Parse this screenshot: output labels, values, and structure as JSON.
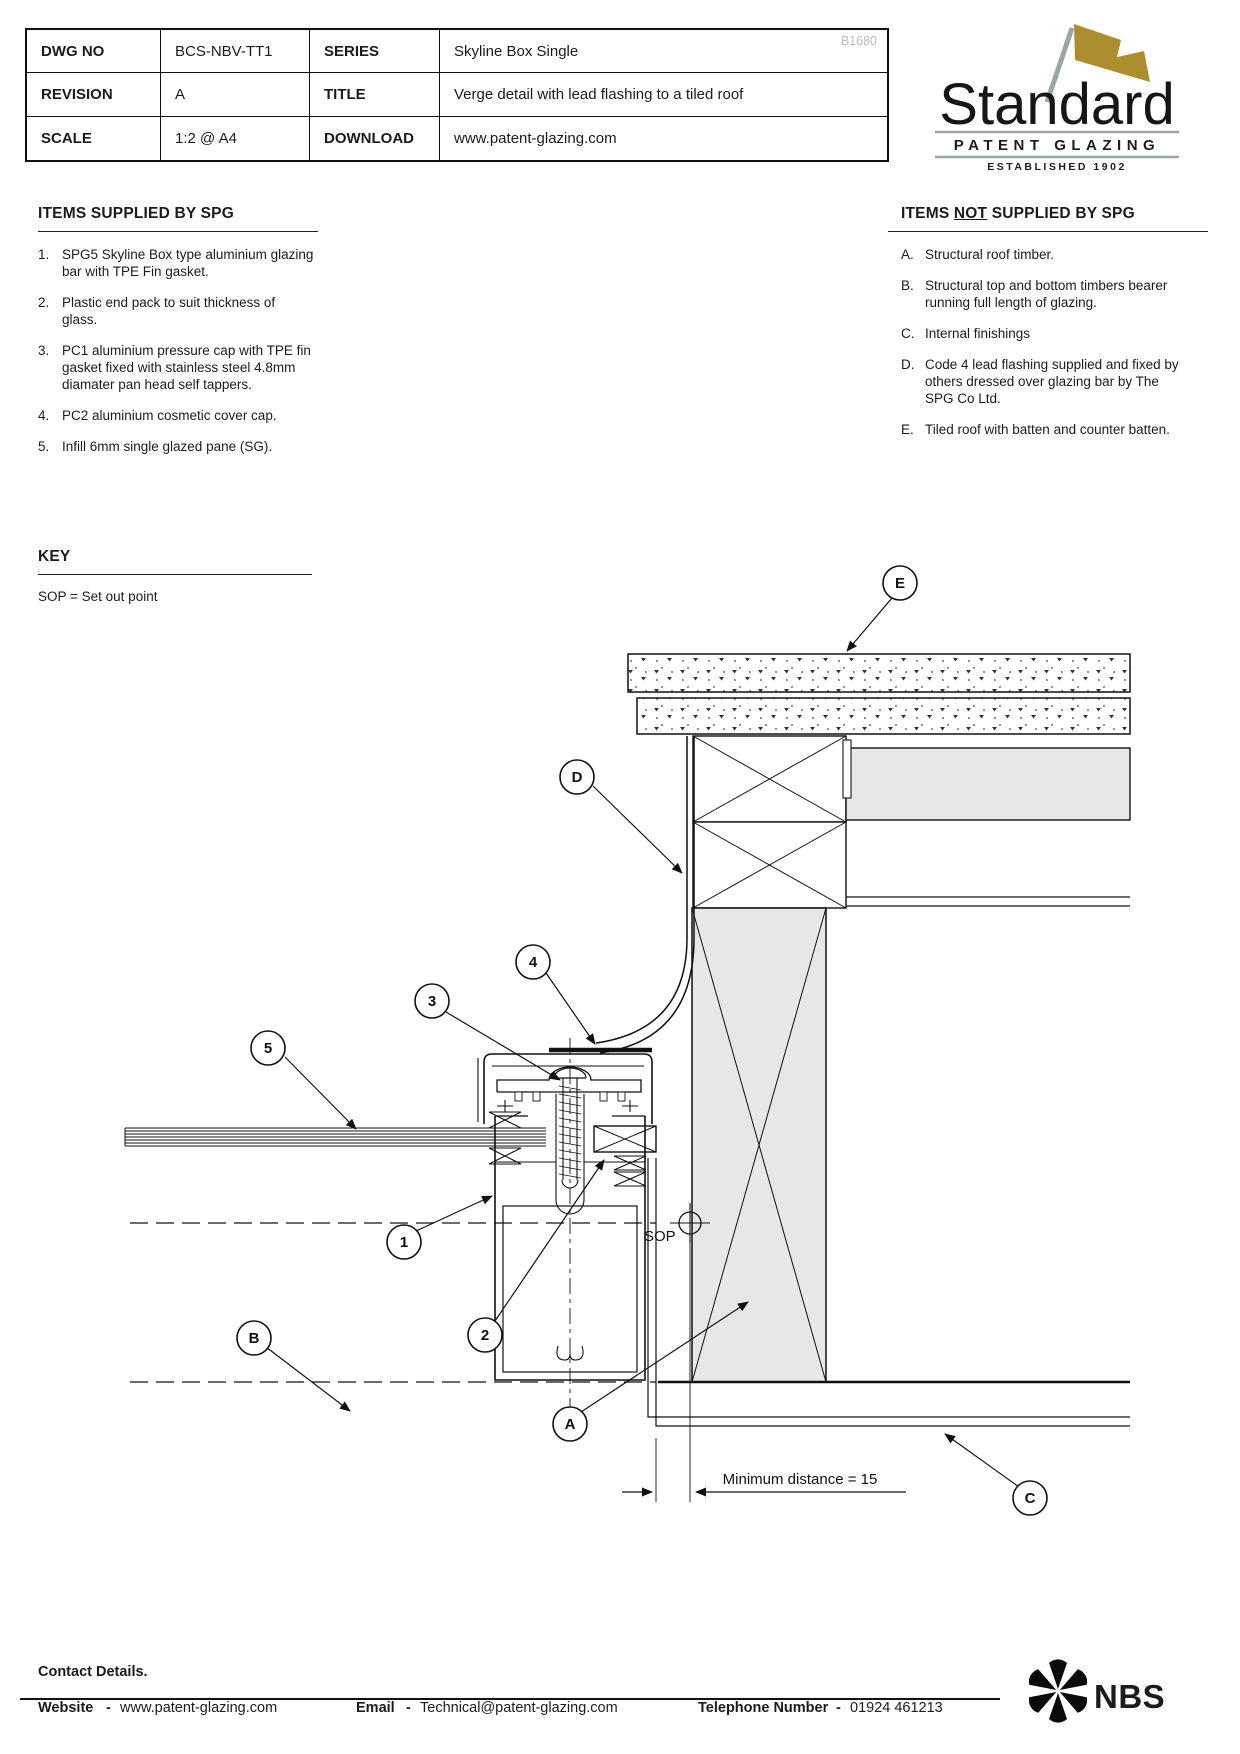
{
  "doc": {
    "watermark": "B1680",
    "rows": [
      {
        "label1": "DWG NO",
        "value1": "BCS-NBV-TT1",
        "label2": "SERIES",
        "value2": "Skyline Box Single"
      },
      {
        "label1": "REVISION",
        "value1": "A",
        "label2": "TITLE",
        "value2": "Verge detail with lead flashing to a tiled roof"
      },
      {
        "label1": "SCALE",
        "value1": "1:2 @ A4",
        "label2": "DOWNLOAD",
        "value2": "www.patent-glazing.com"
      }
    ]
  },
  "logo": {
    "name": "Standard",
    "tagline": "PATENT GLAZING",
    "established": "ESTABLISHED 1902",
    "flag_gold": "#ad8e2f",
    "pole_gray": "#9aa5a4"
  },
  "lists": {
    "supplied": {
      "heading": "ITEMS SUPPLIED BY SPG",
      "items": [
        {
          "num": "1.",
          "text": "SPG5 Skyline Box type aluminium glazing bar with TPE Fin gasket."
        },
        {
          "num": "2.",
          "text": "Plastic end pack to suit thickness of glass."
        },
        {
          "num": "3.",
          "text": "PC1 aluminium pressure cap with TPE fin gasket fixed with stainless steel 4.8mm diamater pan head self tappers."
        },
        {
          "num": "4.",
          "text": "PC2 aluminium cosmetic cover cap."
        },
        {
          "num": "5.",
          "text": "Infill 6mm single glazed pane (SG)."
        }
      ]
    },
    "not_supplied": {
      "heading_pre": "ITEMS ",
      "heading_underlined": "NOT",
      "heading_post": " SUPPLIED BY SPG",
      "items": [
        {
          "num": "A.",
          "text": "Structural roof timber."
        },
        {
          "num": "B.",
          "text": "Structural top and bottom timbers bearer running full length of glazing."
        },
        {
          "num": "C.",
          "text": "Internal finishings"
        },
        {
          "num": "D.",
          "text": "Code 4 lead flashing supplied and fixed by others dressed over glazing bar by The SPG Co Ltd."
        },
        {
          "num": "E.",
          "text": "Tiled roof with batten and counter batten."
        }
      ]
    }
  },
  "key": {
    "heading": "KEY",
    "entry": "SOP = Set out point"
  },
  "drawing": {
    "callouts": {
      "n1": "1",
      "n2": "2",
      "n3": "3",
      "n4": "4",
      "n5": "5",
      "a": "A",
      "b": "B",
      "c": "C",
      "d": "D",
      "e": "E"
    },
    "sop_label": "SOP",
    "dimension_label": "Minimum distance = 15"
  },
  "footer": {
    "heading": "Contact Details.",
    "website_label": "Website",
    "sep": "-",
    "website": "www.patent-glazing.com",
    "email_label": "Email",
    "email": "Technical@patent-glazing.com",
    "phone_label": "Telephone Number",
    "phone": "01924 461213",
    "nbs": "NBS"
  }
}
